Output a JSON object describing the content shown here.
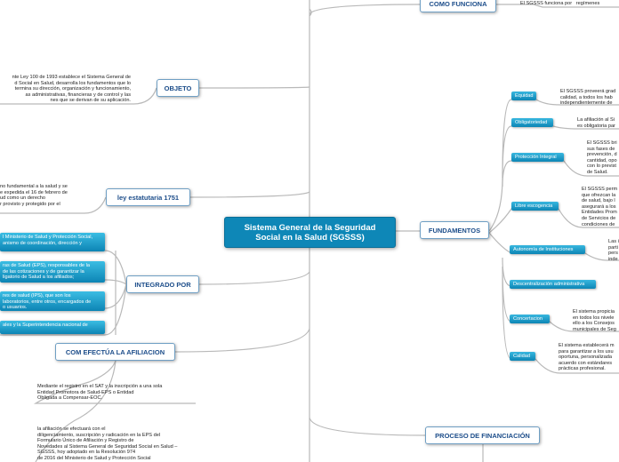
{
  "central": {
    "line1": "Sistema General de la Seguridad",
    "line2": "Social en la Salud (SGSSS)"
  },
  "left": {
    "objeto": {
      "label": "OBJETO",
      "text": "nte Ley 100 de 1993 establece el Sistema General de\nd Social en Salud, desarrolla los fundamentos que lo\ntermina su dirección, organización y funcionamiento,\nas administrativas, financieras y de control y las\nnes que se derivan de su aplicación."
    },
    "ley": {
      "label": "ley estatutaria 1751",
      "text": "no fundamental a la salud y se\ne expedida el 16 de febrero de\nud como un derecho\nr provisto y protegido por el"
    },
    "integrado": {
      "label": "INTEGRADO POR",
      "items": [
        "l Ministerio de Salud y Protección Social,\nanismo de coordinación, dirección y",
        "ras de Salud (EPS), responsables de la\nde las cotizaciones y de garantizar la\nligatorio de Salud a los afiliados;",
        "res de salud (IPS), que son los\nlaboratorios, entre otros, encargados de\no usuarios.",
        "ales y la Superintendencia nacional de"
      ]
    },
    "afiliacion": {
      "label": "COM EFECTÚA LA AFILIACION",
      "text1": "Mediante el registro en el SAT y la inscripción a una sola\nEntidad Promotora de Salud-EPS o Entidad\nObligada a Compensar-EOC.",
      "text2": "la afiliación se efectuará con el\ndiligenciamiento, suscripción y radicación en la EPS del\nFormulario Único de Afiliación y Registro de\nNovedades al Sistema General de Seguridad Social en Salud –\nSGSSS, hoy adoptado en la Resolución 974\nde 2016 del Ministerio de Salud y Protección Social"
    }
  },
  "right": {
    "como": {
      "label": "COMO FUNCIONA",
      "text": "El SGSSS funciona por   regímenes"
    },
    "fundamentos": {
      "label": "FUNDAMENTOS",
      "items": [
        {
          "chip": "Equidad",
          "text": "El SGSSS proveerá grad\ncalidad, a todos los hab\nindependientemente de"
        },
        {
          "chip": "Obligatoriedad",
          "text": "La afiliación al Si\nes obligatoria par"
        },
        {
          "chip": "Protección Integral",
          "text": "El SGSSS bri\nsus fases de\nprevención, d\ncantidad, opo\ncon lo previst\nde Salud."
        },
        {
          "chip": "Libre escogencia",
          "text": "El SGSSS perm\nque ofrezcan la\nde salud, bajo l\nasegurará a los\nEntidades Prom\nde Servicios de\ncondiciones de"
        },
        {
          "chip": "Autonomía de Instituciones",
          "text": "Las i\nparti\npers\ninde"
        },
        {
          "chip": "Descentralización administrativa",
          "text": ""
        },
        {
          "chip": "Concertacion",
          "text": "El sistema propicia\nen todos los nivele\nello a los Consejos\nmunicipales de Seg"
        },
        {
          "chip": "Calidad",
          "text": "El sistema establecerá m\npara garantizar a los usu\noportuna, personalizada\nacuerdo con estándares\nprácticas profesional."
        }
      ]
    },
    "financiacion": {
      "label": "PROCESO DE FINANCIACIÓN"
    }
  }
}
